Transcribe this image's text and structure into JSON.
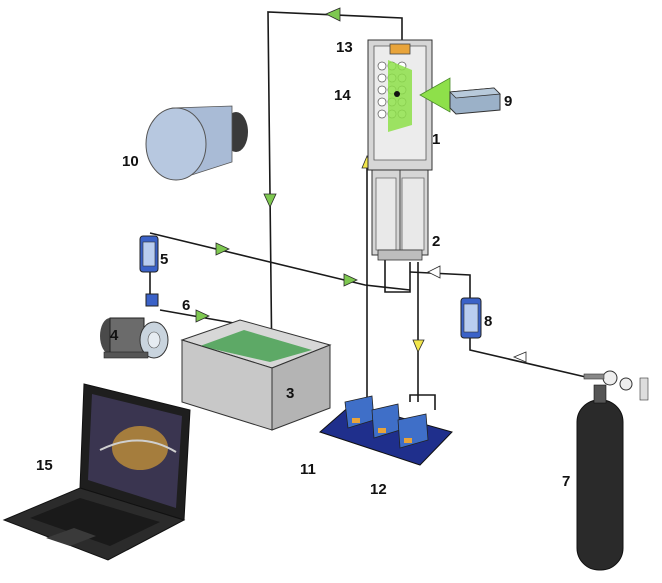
{
  "labels": {
    "l1": "1",
    "l2": "2",
    "l3": "3",
    "l4": "4",
    "l5": "5",
    "l6": "6",
    "l7": "7",
    "l8": "8",
    "l9": "9",
    "l10": "10",
    "l11": "11",
    "l12": "12",
    "l13": "13",
    "l14": "14",
    "l15": "15"
  },
  "colors": {
    "pipe": "#1a1a1a",
    "arrow_green": "#7ec850",
    "arrow_yellow": "#f2e64a",
    "green_light": "#8ee04a",
    "water": "#3f9e4a",
    "tank_grey": "#c8c8c8",
    "blue_device": "#3b62c8",
    "platform_blue": "#1f2f8c",
    "cylinder": "#2a2a2a"
  }
}
